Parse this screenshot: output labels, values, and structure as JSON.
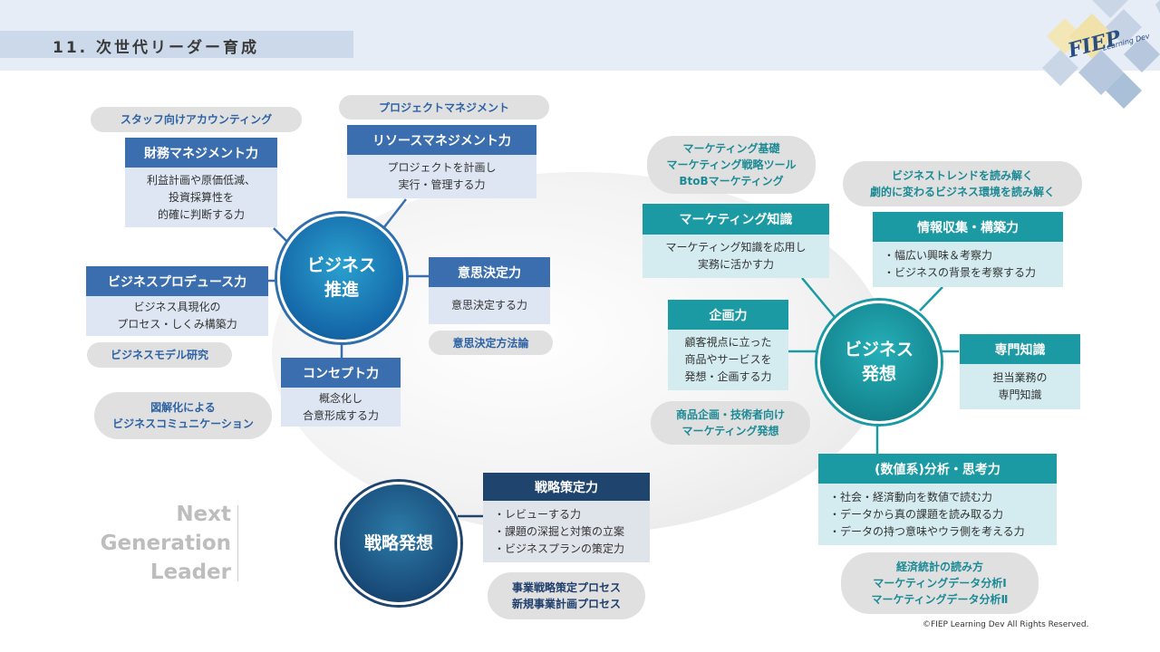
{
  "title": "11. 次世代リーダー育成",
  "logo_text": "FIEP",
  "logo_sub": "Learning Dev",
  "tagline": [
    "Next",
    "Generation",
    "Leader"
  ],
  "copyright": "©FIEP Learning Dev All Rights Reserved.",
  "colors": {
    "blue": "#3a6eae",
    "teal": "#1b9aa3",
    "navy": "#1f456f",
    "pill_bg": "#e0e0e0"
  },
  "hubs": {
    "business_promotion": [
      "ビジネス",
      "推進"
    ],
    "business_idea": [
      "ビジネス",
      "発想"
    ],
    "strategy": [
      "戦略発想"
    ]
  },
  "blue_cards": {
    "finance": {
      "title": "財務マネジメント力",
      "lines": [
        "利益計画や原価低減、",
        "投資採算性を",
        "的確に判断する力"
      ]
    },
    "resource": {
      "title": "リソースマネジメント力",
      "lines": [
        "プロジェクトを計画し",
        "実行・管理する力"
      ]
    },
    "produce": {
      "title": "ビジネスプロデュース力",
      "lines": [
        "ビジネス具現化の",
        "プロセス・しくみ構築力"
      ]
    },
    "decision": {
      "title": "意思決定力",
      "lines": [
        "意思決定する力"
      ]
    },
    "concept": {
      "title": "コンセプト力",
      "lines": [
        "概念化し",
        "合意形成する力"
      ]
    }
  },
  "teal_cards": {
    "marketing": {
      "title": "マーケティング知識",
      "lines": [
        "マーケティング知識を応用し",
        "実務に活かす力"
      ]
    },
    "info": {
      "title": "情報収集・構築力",
      "lines": [
        "・幅広い興味＆考察力",
        "・ビジネスの背景を考察する力"
      ]
    },
    "planning": {
      "title": "企画力",
      "lines": [
        "顧客視点に立った",
        "商品やサービスを",
        "発想・企画する力"
      ]
    },
    "expert": {
      "title": "専門知識",
      "lines": [
        "担当業務の",
        "専門知識"
      ]
    },
    "analysis": {
      "title": "(数値系)分析・思考力",
      "lines": [
        "・社会・経済動向を数値で読む力",
        "・データから真の課題を読み取る力",
        "・データの持つ意味やウラ側を考える力"
      ]
    }
  },
  "navy_cards": {
    "strategy": {
      "title": "戦略策定力",
      "lines": [
        "・レビューする力",
        "・課題の深掘と対策の立案",
        "・ビジネスプランの策定力"
      ]
    }
  },
  "pills": {
    "staff_accounting": [
      "スタッフ向けアカウンティング"
    ],
    "project_mgmt": [
      "プロジェクトマネジメント"
    ],
    "business_model": [
      "ビジネスモデル研究"
    ],
    "decision_method": [
      "意思決定方法論"
    ],
    "diagram_comm": [
      "図解化による",
      "ビジネスコミュニケーション"
    ],
    "marketing_basics": [
      "マーケティング基礎",
      "マーケティング戦略ツール",
      "BtoBマーケティング"
    ],
    "trend": [
      "ビジネストレンドを読み解く",
      "劇的に変わるビジネス環境を読み解く"
    ],
    "product_planning": [
      "商品企画・技術者向け",
      "マーケティング発想"
    ],
    "statistics": [
      "経済統計の読み方",
      "マーケティングデータ分析Ⅰ",
      "マーケティングデータ分析Ⅱ"
    ],
    "strategy_process": [
      "事業戦略策定プロセス",
      "新規事業計画プロセス"
    ]
  }
}
